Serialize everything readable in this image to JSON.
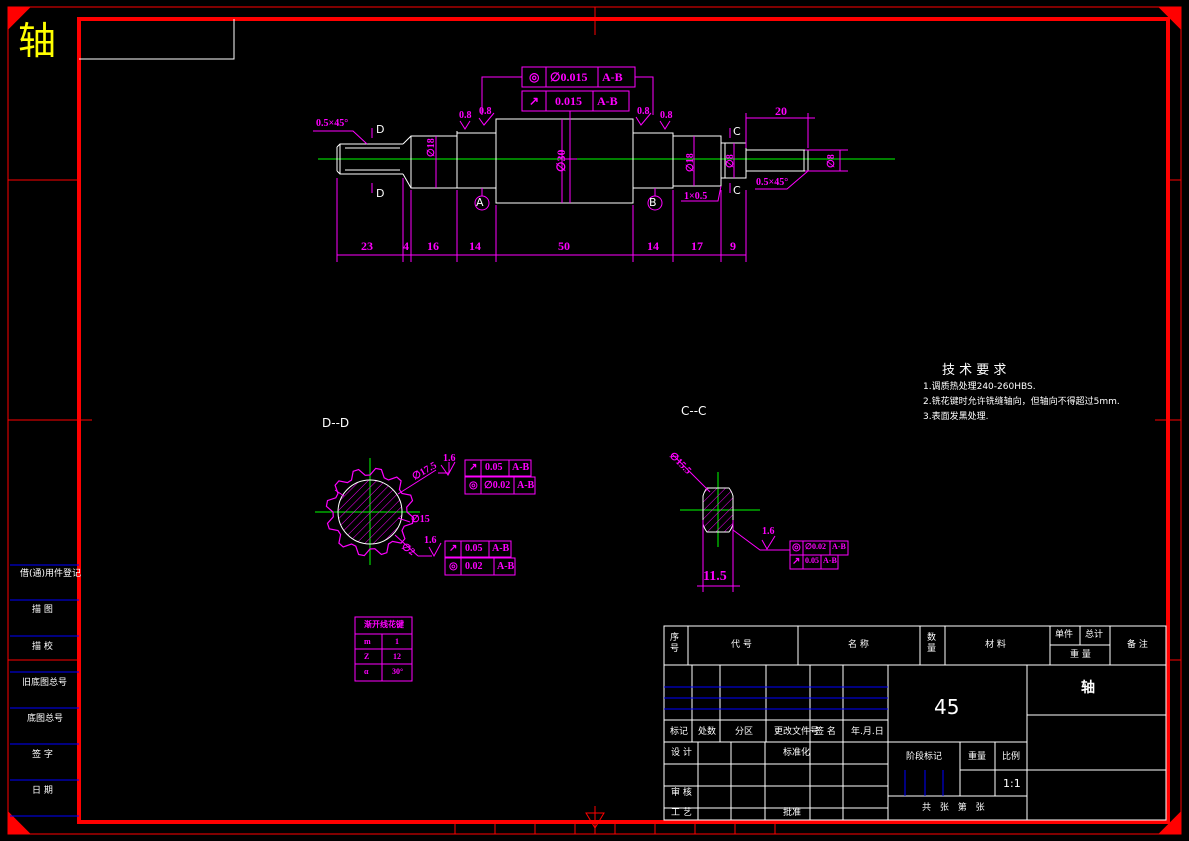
{
  "drawing_title": "轴",
  "colors": {
    "frame": "#ff0000",
    "dimension": "#ff00ff",
    "outline": "#ffffff",
    "centerline": "#00ff00",
    "title_yellow": "#ffff00",
    "grid_blue": "#0000ff"
  },
  "main_view": {
    "chamfer_left": "0.5×45°",
    "chamfer_right": "0.5×45°",
    "tolerance_frames": [
      {
        "symbol": "◎",
        "value": "∅0.015",
        "datum": "A-B"
      },
      {
        "symbol": "↗",
        "value": "0.015",
        "datum": "A-B"
      }
    ],
    "roughness": [
      "0.8",
      "0.8",
      "0.8",
      "0.8"
    ],
    "diameters": [
      "∅18",
      "∅30",
      "∅18",
      "∅8",
      "∅8"
    ],
    "datum_labels": [
      "A",
      "B"
    ],
    "section_marks": [
      "D",
      "D",
      "C",
      "C"
    ],
    "dim_top": "20",
    "groove": "1×0.5",
    "lengths": [
      "23",
      "4",
      "16",
      "14",
      "50",
      "14",
      "17",
      "9"
    ]
  },
  "technical_requirements": {
    "title": "技 术 要 求",
    "items": [
      "1.调质热处理240-260HBS.",
      "2.铣花键时允许铣缝轴向，但轴向不得超过5mm.",
      "3.表面发黑处理."
    ]
  },
  "section_d": {
    "label": "D--D",
    "dims": [
      "∅17.5",
      "∅15",
      "∅2"
    ],
    "roughness": [
      "1.6",
      "1.6"
    ],
    "frames_top": [
      {
        "symbol": "↗",
        "value": "0.05",
        "datum": "A-B"
      },
      {
        "symbol": "◎",
        "value": "∅0.02",
        "datum": "A-B"
      }
    ],
    "frames_bottom": [
      {
        "symbol": "↗",
        "value": "0.05",
        "datum": "A-B"
      },
      {
        "symbol": "◎",
        "value": "0.02",
        "datum": "A-B"
      }
    ]
  },
  "section_c": {
    "label": "C--C",
    "dim_dia": "∅15.5",
    "dim_width": "11.5",
    "roughness": "1.6",
    "frames": [
      {
        "symbol": "◎",
        "value": "∅0.02",
        "datum": "A-B"
      },
      {
        "symbol": "↗",
        "value": "0.05",
        "datum": "A-B"
      }
    ]
  },
  "spline_table": {
    "title": "渐开线花键",
    "rows": [
      [
        "m",
        "1"
      ],
      [
        "Z",
        "12"
      ],
      [
        "α",
        "30°"
      ]
    ]
  },
  "left_column": [
    "借(通)用件登记",
    "描 图",
    "描 校",
    "旧底图总号",
    "底图总号",
    "签 字",
    "日 期"
  ],
  "title_block": {
    "header": [
      "序号",
      "代 号",
      "名 称",
      "数量",
      "材 料",
      "单件",
      "总计",
      "备 注",
      "重 量"
    ],
    "material": "45",
    "part_name": "轴",
    "revision_cols": [
      "标记",
      "处数",
      "分区",
      "更改文件号",
      "签 名",
      "年.月.日"
    ],
    "sign_rows": [
      "设 计",
      "标准化",
      "审 核",
      "工 艺",
      "批准"
    ],
    "stage_label": "阶段标记",
    "weight_label": "重量",
    "scale_label": "比例",
    "scale": "1:1",
    "sheets": "共 张 第 张"
  }
}
